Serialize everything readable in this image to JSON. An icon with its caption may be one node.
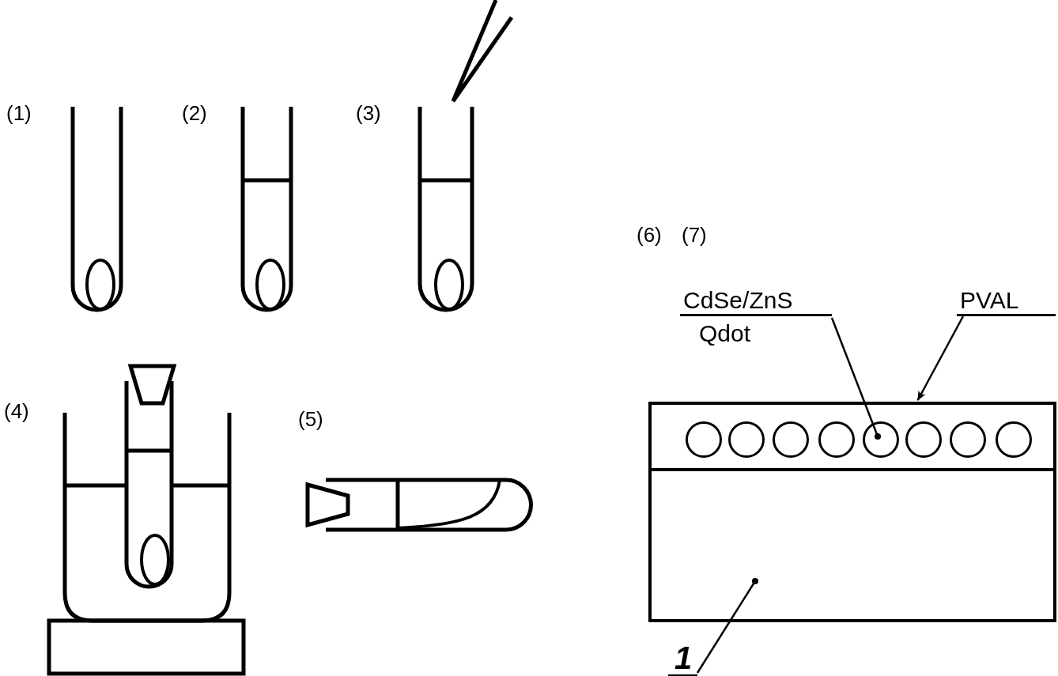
{
  "diagram": {
    "nodes": [
      {
        "text": [
          "CdSe/ZnS",
          "Qdot"
        ]
      },
      {
        "text": [
          "PVAL"
        ]
      },
      {
        "text": [],
        "shape": "box"
      },
      {
        "text": [],
        "shape": "circle",
        "in": 2
      },
      {
        "text": [],
        "shape": "circle",
        "in": 2
      },
      {
        "text": [],
        "shape": "circle",
        "in": 2
      },
      {
        "text": [],
        "shape": "circle",
        "in": 2
      },
      {
        "text": [],
        "shape": "circle",
        "in": 2
      },
      {
        "text": [],
        "shape": "circle",
        "in": 2
      },
      {
        "text": [],
        "shape": "circle",
        "in": 2
      },
      {
        "text": [],
        "shape": "circle",
        "in": 2
      },
      {
        "text": [],
        "shape": "box"
      },
      {
        "text": [
          "1"
        ]
      }
    ],
    "edges": [
      {
        "from": 0,
        "to": 7,
        "arrow": "other"
      },
      {
        "from": 1,
        "to": 2,
        "arrow": "to"
      },
      {
        "from": 12,
        "to": 11,
        "arrow": "other"
      }
    ],
    "labels": [
      "(1)",
      "(2)",
      "(3)",
      "(4)",
      "(5)",
      "(6)",
      "(7)"
    ]
  }
}
